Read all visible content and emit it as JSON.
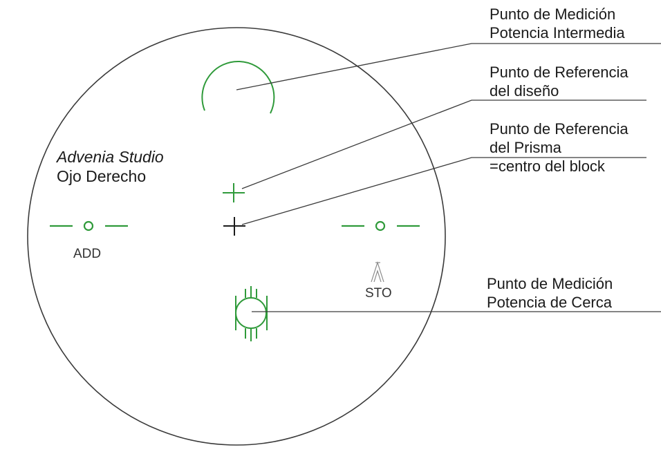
{
  "colors": {
    "outline": "#3a3a3a",
    "marking": "#2f9a3a",
    "prism_cross": "#1a1a1a",
    "leader": "#3a3a3a"
  },
  "callouts": {
    "intermediate": {
      "line1": "Punto de Medición",
      "line2": "Potencia Intermedia"
    },
    "design_ref": {
      "line1": "Punto de Referencia",
      "line2": "del diseño"
    },
    "prism_ref": {
      "line1": "Punto de Referencia",
      "line2": "del Prisma",
      "line3": "=centro del block"
    },
    "near": {
      "line1": "Punto de Medición",
      "line2": "Potencia de Cerca"
    }
  },
  "lens": {
    "product": "Advenia Studio",
    "eye": "Ojo Derecho"
  },
  "engravings": {
    "add_label": "ADD",
    "sto_label": "STO",
    "logo_icon": "triangle-logo-icon"
  }
}
